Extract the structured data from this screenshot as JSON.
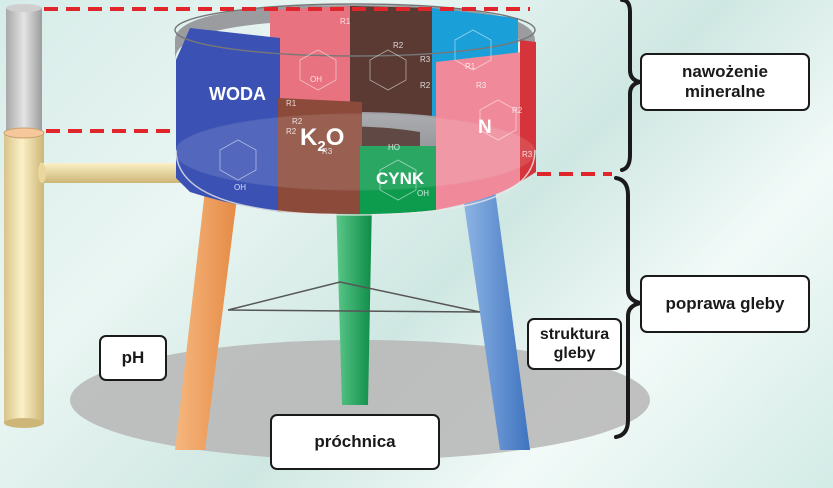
{
  "staves": {
    "water": {
      "label": "WODA",
      "color": "#3b52b4"
    },
    "potassium": {
      "label_main": "K",
      "label_sub": "2",
      "label_tail": "O",
      "color": "#8b4a3a"
    },
    "zinc": {
      "label": "CYNK",
      "color": "#0d9b4e"
    },
    "nitrogen": {
      "label": "N",
      "color": "#f08a9a"
    },
    "pink": {
      "color": "#e8727f"
    },
    "brown": {
      "color": "#5a3a33"
    },
    "blue": {
      "color": "#1b9fd8"
    }
  },
  "chem_fragments": [
    "R1",
    "R2",
    "R3",
    "R2",
    "R1",
    "R2",
    "R3",
    "HO",
    "OH",
    "OH",
    "R1",
    "R2",
    "R3",
    "R2",
    "OH",
    "R3"
  ],
  "labels": {
    "fertilization": "nawożenie\nmineralne",
    "soil_improvement": "poprawa gleby",
    "soil_structure": "struktura\ngleby",
    "ph": "pH",
    "humus": "próchnica"
  },
  "colors": {
    "dashed_line": "#e0252b",
    "leg_left": "#f0a060",
    "leg_middle": "#1aa05a",
    "leg_right": "#5d8fd0",
    "shadow": "#b8b8b8"
  }
}
